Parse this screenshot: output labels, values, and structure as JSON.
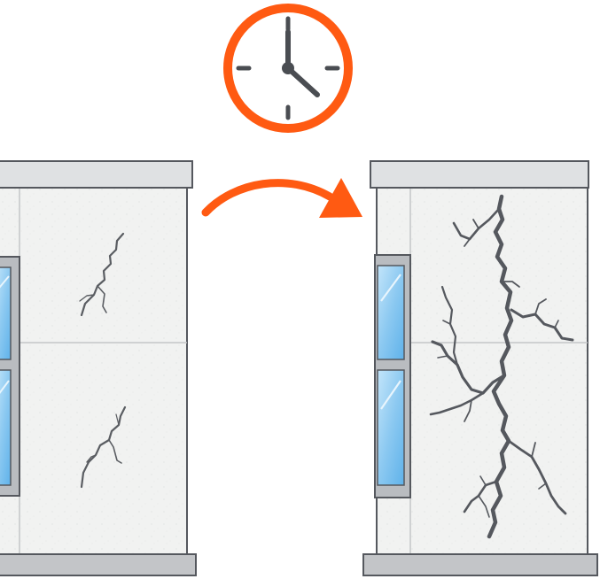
{
  "colors": {
    "accent": "#ff5a12",
    "outline": "#55585e",
    "cap_fill": "#dfe1e3",
    "wall_fill": "#f1f2f1",
    "column_fill": "#e8e9e9",
    "joint_line": "#c4c6c8",
    "window_frame": "#8a8e94",
    "window_glass": "#9ed2f4",
    "window_glass_dark": "#5fb2ea",
    "crack": "#5a5d62",
    "crack_fill": "#8c8f93",
    "background": "#ffffff"
  },
  "icons": {
    "clock": "clock-icon",
    "arrow": "curved-arrow-right-icon"
  },
  "panels": [
    {
      "id": "before",
      "crack_severity": "minor"
    },
    {
      "id": "after",
      "crack_severity": "severe"
    }
  ]
}
